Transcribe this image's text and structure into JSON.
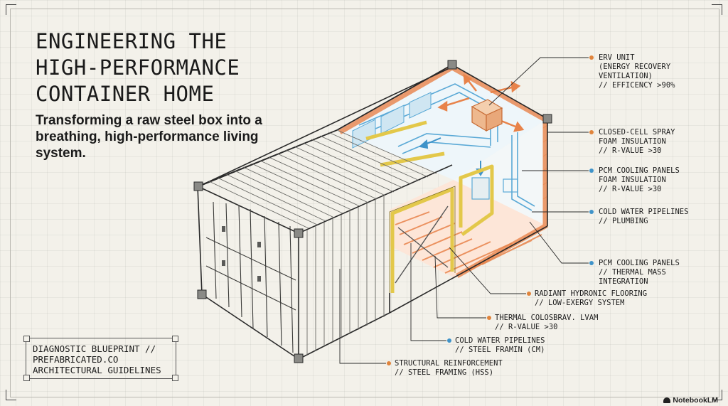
{
  "title_lines": [
    "ENGINEERING THE",
    "HIGH-PERFORMANCE",
    "CONTAINER HOME"
  ],
  "subtitle": "Transforming a raw steel box into a breathing, high-performance living system.",
  "footer_lines": [
    "DIAGNOSTIC BLUEPRINT //",
    "PREFABRICATED.CO",
    "ARCHITECTURAL GUIDELINES"
  ],
  "brand": "NotebookLM",
  "colors": {
    "background": "#f3f1ea",
    "ink": "#1c1c1c",
    "insulation_orange": "#e8834a",
    "steel_yellow": "#e3c84a",
    "pipe_blue": "#5aa9d6",
    "dot_orange": "#e0843c",
    "dot_blue": "#3f93c9"
  },
  "callouts": {
    "erv": {
      "dot_color": "#e0843c",
      "lines": [
        "ERV UNIT",
        "(ENERGY RECOVERY",
        "VENTILATION)",
        "// EFFICENCY >90%"
      ]
    },
    "spray_foam": {
      "dot_color": "#e0843c",
      "lines": [
        "CLOSED-CELL SPRAY",
        "FOAM INSULATION",
        "// R-VALUE >30"
      ]
    },
    "pcm_foam": {
      "dot_color": "#3f93c9",
      "lines": [
        "PCM COOLING PANELS",
        "FOAM INSULATION",
        "// R-VALUE >30"
      ]
    },
    "cold_water_top": {
      "dot_color": "#3f93c9",
      "lines": [
        "COLD WATER PIPELINES",
        "// PLUMBING"
      ]
    },
    "pcm_thermal": {
      "dot_color": "#3f93c9",
      "lines": [
        "PCM COOLING PANELS",
        "// THERMAL MASS",
        "INTEGRATION"
      ]
    },
    "radiant": {
      "dot_color": "#e0843c",
      "lines": [
        "RADIANT HYDRONIC FLOORING",
        "// LOW-EXERGY SYSTEM"
      ]
    },
    "thermal": {
      "dot_color": "#e0843c",
      "lines": [
        "THERMAL COLOSBRAV. LVAM",
        "// R-VALUE >30"
      ]
    },
    "cold_water_bottom": {
      "dot_color": "#3f93c9",
      "lines": [
        "COLD WATER PIPELINES",
        "// STEEL FRAMIN (CM)"
      ]
    },
    "structural": {
      "dot_color": "#e0843c",
      "lines": [
        "STRUCTURAL REINFORCEMENT",
        "// STEEL FRAMING (HSS)"
      ]
    }
  }
}
